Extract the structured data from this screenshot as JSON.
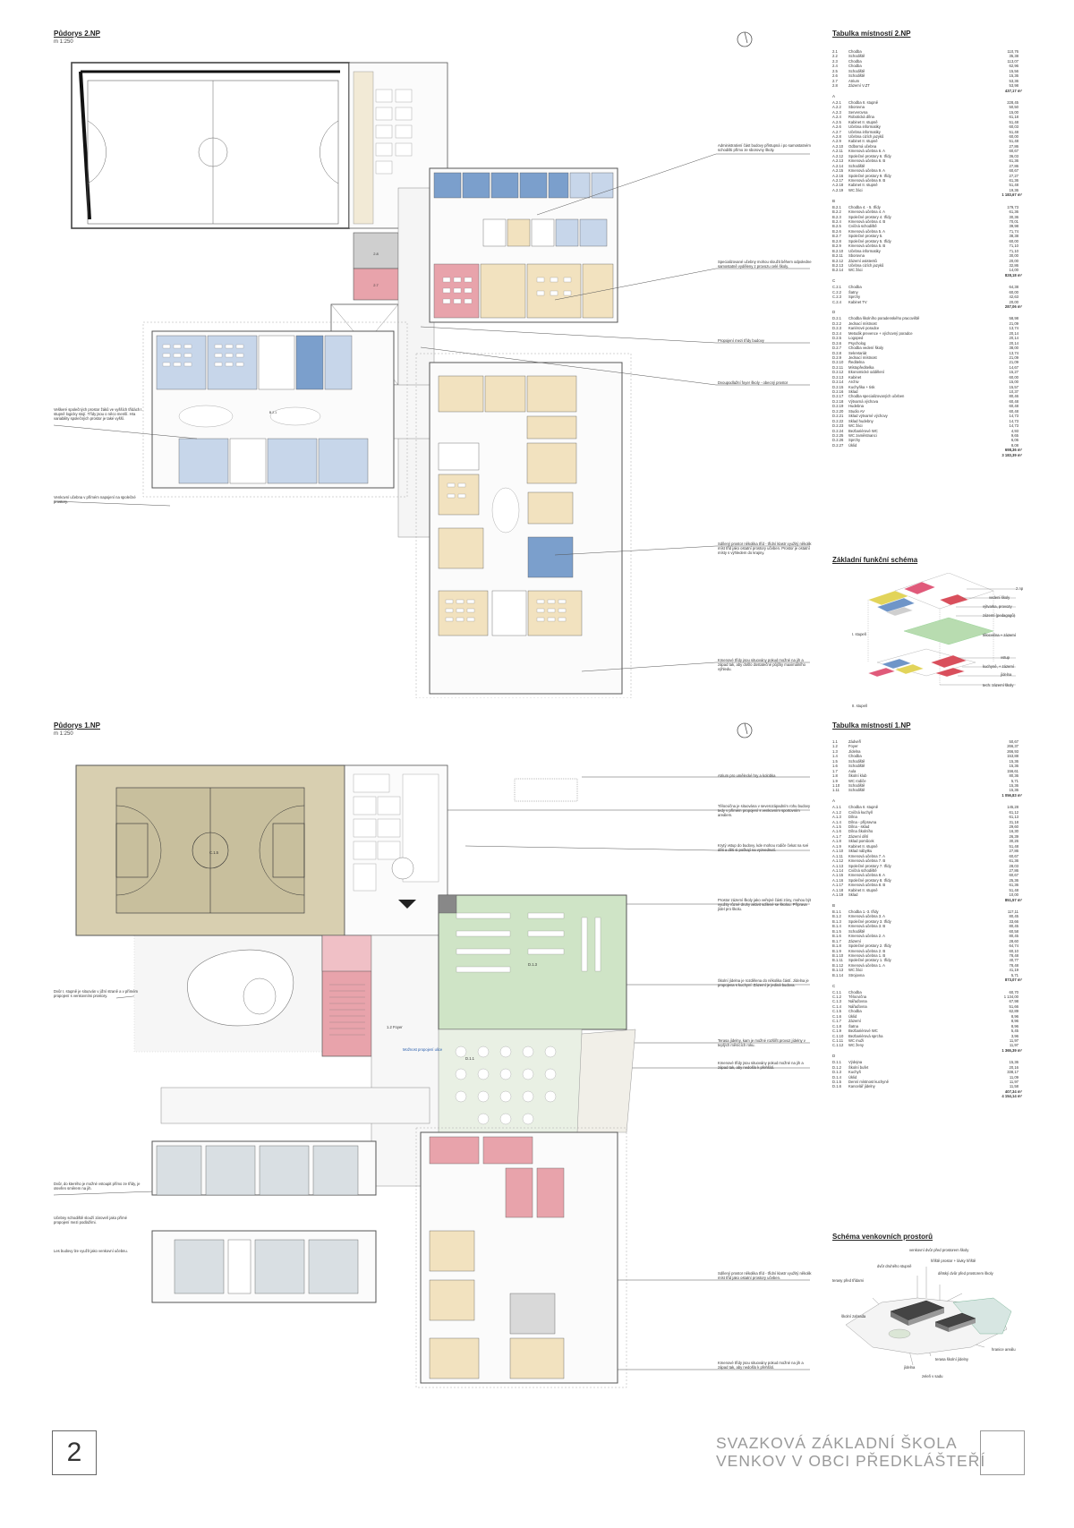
{
  "sheet_number": "2",
  "project_title": [
    "SVAZKOVÁ ZÁKLADNÍ ŠKOLA",
    "VENKOV V OBCI PŘEDKLÁŠTEŘÍ"
  ],
  "plan2": {
    "title": "Půdorys 2.NP",
    "scale": "m 1:250",
    "notes": [
      "Administrativní část budovy přístupná i po samostatném schodišti přímo ze sborovny školy.",
      "Specializované učebny mohou sloužit během odpoledne samostatně vyděleny z provozu celé školy.",
      "Propojení mezi třídy budovy",
      "Dvoupodlažní foyer školy - obecný prostor",
      "Veškeré společných prostor žáků ve vyšších třídách I. stupně logicky stojí. Třídy jsou o něco menší. Hra variability společných prostor je také vyšší.",
      "Venkovní učebna v přímém napojení na společné prostory.",
      "Sdílený prostor několika tříd - třídní klastr využitý několik míst tříd jako ostatní prostory učeben. Prostor je ostatní místy s výhledem do krajiny.",
      "Kmenové třídy jsou situovány pokud možné na jih a západ tak, aby došlo dostatečné půjčky maximálního výhledu."
    ]
  },
  "plan1": {
    "title": "Půdorys 1.NP",
    "scale": "m 1:250",
    "notes": [
      "Atrium pro umělecké hry a kolobka",
      "Tělocvična je situována v severozápadním rohu budovy tedy v přímém propojení s venkovním sportovním areálem.",
      "Krytý vstup do budovy, kde mohou rodiče čekat na své děti a děti si počkají na vyzvednutí.",
      "Prostor zázemí školy jako veřejné části zóny, mohou být využity různé druhy aktivit sdílené se školou. Příprava jídel pro školu.",
      "Školní jídelna je rozdělena do několika částí. Jídelna je propojena s kuchyní. Zázemí je jediná budova.",
      "Dvůr I. stupně je situován v jižní straně a v přímém propojení s venkovními prostory.",
      "Terasa jídelny, kam je možné rozšířit provoz jídelny v teplých měsících roku.",
      "Kmenové třídy jsou situovány pokud možné na jih a západ tak, aby nedošlo k přehřátí.",
      "Sdílený prostor několika tříd - třídní klastr využitý několik míst tříd jako ostatní prostory učeben.",
      "Dvůr, do kterého je možné vstoupit přímo ze třídy, je otevřen směrem na jih.",
      "Učebny schodiště slouží zároveň jako přímé propojení mezi podlažími.",
      "Les budovy lze využít jako venkovní učebnu."
    ],
    "labels": {
      "sport_hall": "C.1.5",
      "dining": "D.1.3",
      "cafeteria": "D.1.1",
      "foyer": "1.2 Foyer",
      "ext_label": "Možnost propojení ulice"
    }
  },
  "table2": {
    "title": "Tabulka místností 2.NP",
    "groups": [
      {
        "letter": "",
        "rows": [
          [
            "2.1",
            "Chodba",
            "110,76"
          ],
          [
            "2.2",
            "Schodiště",
            "35,38"
          ],
          [
            "2.3",
            "Chodba",
            "113,07"
          ],
          [
            "2.4",
            "Chodba",
            "62,96"
          ],
          [
            "2.5",
            "Schodiště",
            "15,56"
          ],
          [
            "2.6",
            "Schodiště",
            "15,36"
          ],
          [
            "2.7",
            "Atrium",
            "53,36"
          ],
          [
            "2.8",
            "Zázemí V.ZT",
            "53,98"
          ]
        ],
        "total": "437,17 m²"
      },
      {
        "letter": "A",
        "rows": [
          [
            "A.2.1",
            "Chodba II. stupně",
            "228,45"
          ],
          [
            "A.2.2",
            "Sborovna",
            "50,50"
          ],
          [
            "A.2.3",
            "Serverovna",
            "15,00"
          ],
          [
            "A.2.4",
            "Robotická dílna",
            "61,18"
          ],
          [
            "A.2.5",
            "Kabinet II. stupně",
            "51,48"
          ],
          [
            "A.2.6",
            "Učebna informatiky",
            "60,03"
          ],
          [
            "A.2.7",
            "Učebna informatiky",
            "51,48"
          ],
          [
            "A.2.8",
            "Učebna cizích jazyků",
            "60,00"
          ],
          [
            "A.2.9",
            "Kabinet II. stupně",
            "51,48"
          ],
          [
            "A.2.10",
            "Odborná učebna",
            "27,86"
          ],
          [
            "A.2.11",
            "Kmenová učebna 6. A",
            "60,67"
          ],
          [
            "A.2.12",
            "Společné prostory 6. třídy",
            "36,03"
          ],
          [
            "A.2.13",
            "Kmenová učebna 6. B",
            "61,36"
          ],
          [
            "A.2.14",
            "Schodiště",
            "27,86"
          ],
          [
            "A.2.15",
            "Kmenová učebna 9. A",
            "60,67"
          ],
          [
            "A.2.16",
            "Společné prostory 9. třídy",
            "27,27"
          ],
          [
            "A.2.17",
            "Kmenová učebna 9. B",
            "61,36"
          ],
          [
            "A.2.18",
            "Kabinet II. stupně",
            "51,48"
          ],
          [
            "A.2.19",
            "WC žáci",
            "19,36"
          ]
        ],
        "total": "1 183,67 m²"
      },
      {
        "letter": "B",
        "rows": [
          [
            "B.2.1",
            "Chodba 4. - 5. třídy",
            "179,73"
          ],
          [
            "B.2.2",
            "Kmenová učebna 4. A",
            "61,36"
          ],
          [
            "B.2.3",
            "Společné prostory 4. třídy",
            "30,36"
          ],
          [
            "B.2.4",
            "Kmenová učebna 4. B",
            "70,01"
          ],
          [
            "B.2.5",
            "Cvičná schodiště",
            "39,98"
          ],
          [
            "B.2.6",
            "Kmenová učebna 5. A",
            "71,74"
          ],
          [
            "B.2.7",
            "Společné prostory 5.",
            "38,38"
          ],
          [
            "B.2.8",
            "Společné prostory 5. třídy",
            "60,00"
          ],
          [
            "B.2.9",
            "Kmenová učebna 5. B",
            "71,10"
          ],
          [
            "B.2.10",
            "Učebna informatiky",
            "71,10"
          ],
          [
            "B.2.11",
            "Sborovna",
            "30,00"
          ],
          [
            "B.2.12",
            "Zázemí asistentů",
            "20,00"
          ],
          [
            "B.2.13",
            "Učebna cizích jazyků",
            "32,86"
          ],
          [
            "B.2.14",
            "WC žáci",
            "14,00"
          ]
        ],
        "total": "828,18 m²"
      },
      {
        "letter": "C",
        "rows": [
          [
            "C.2.1",
            "Chodba",
            "64,38"
          ],
          [
            "C.2.2",
            "Šatny",
            "60,00"
          ],
          [
            "C.2.3",
            "Sprchy",
            "42,63"
          ],
          [
            "C.2.4",
            "Kabinet TV",
            "20,00"
          ]
        ],
        "total": "287,06 m²"
      },
      {
        "letter": "D",
        "rows": [
          [
            "D.2.1",
            "Chodba školního poradenského pracoviště",
            "58,98"
          ],
          [
            "D.2.2",
            "Jednací místnost",
            "21,09"
          ],
          [
            "D.2.3",
            "Kariérové poradce",
            "13,74"
          ],
          [
            "D.2.4",
            "Metodik prevence + výchovný poradce",
            "20,14"
          ],
          [
            "D.2.5",
            "Logoped",
            "20,14"
          ],
          [
            "D.2.6",
            "Psycholog",
            "20,14"
          ],
          [
            "D.2.7",
            "Chodba vedení školy",
            "38,00"
          ],
          [
            "D.2.8",
            "Sekretariát",
            "13,74"
          ],
          [
            "D.2.9",
            "Jednací místnost",
            "21,09"
          ],
          [
            "D.2.10",
            "Ředitelna",
            "21,09"
          ],
          [
            "D.2.11",
            "Místopředitelka",
            "14,67"
          ],
          [
            "D.2.12",
            "Ekonomické oddělení",
            "15,27"
          ],
          [
            "D.2.13",
            "Kabinet",
            "60,00"
          ],
          [
            "D.2.14",
            "Archiv",
            "15,00"
          ],
          [
            "D.2.15",
            "Kuchyňka + tisk",
            "15,57"
          ],
          [
            "D.2.16",
            "Sklad",
            "10,37"
          ],
          [
            "D.2.17",
            "Chodba specializovaných učeben",
            "80,46"
          ],
          [
            "D.2.18",
            "Výtvarná výchova",
            "60,48"
          ],
          [
            "D.2.19",
            "Hudebna",
            "60,48"
          ],
          [
            "D.2.20",
            "Studio AV",
            "60,48"
          ],
          [
            "D.2.21",
            "Sklad výtvarné výchovy",
            "14,73"
          ],
          [
            "D.2.22",
            "Sklad hudebny",
            "14,73"
          ],
          [
            "D.2.23",
            "WC žáci",
            "14,73"
          ],
          [
            "D.2.24",
            "Bezbariérové WC",
            "4,93"
          ],
          [
            "D.2.25",
            "WC zaměstnanci",
            "9,65"
          ],
          [
            "D.2.26",
            "Sprchy",
            "6,06"
          ],
          [
            "D.2.27",
            "Úklid",
            "8,08"
          ]
        ],
        "total": "698,36 m²"
      }
    ],
    "grand_total": "3 183,39 m²"
  },
  "table1": {
    "title": "Tabulka místností 1.NP",
    "groups": [
      {
        "letter": "",
        "rows": [
          [
            "1.1",
            "Zádveří",
            "50,67"
          ],
          [
            "1.2",
            "Foyer",
            "266,37"
          ],
          [
            "1.3",
            "Jídelna",
            "266,93"
          ],
          [
            "1.4",
            "Chodba",
            "153,88"
          ],
          [
            "1.5",
            "Schodiště",
            "15,36"
          ],
          [
            "1.6",
            "Schodiště",
            "15,36"
          ],
          [
            "1.7",
            "Aula",
            "156,61"
          ],
          [
            "1.8",
            "Školní klub",
            "80,36"
          ],
          [
            "1.9",
            "WC rodiče",
            "5,71"
          ],
          [
            "1.10",
            "Schodiště",
            "15,36"
          ],
          [
            "1.11",
            "Schodiště",
            "15,36"
          ]
        ],
        "total": "1 056,83 m²"
      },
      {
        "letter": "A",
        "rows": [
          [
            "A.1.1",
            "Chodba II. stupně",
            "145,28"
          ],
          [
            "A.1.2",
            "Cvičná kuchyň",
            "61,12"
          ],
          [
            "A.1.3",
            "Dílna",
            "61,13"
          ],
          [
            "A.1.4",
            "Dílna - přípravna",
            "31,18"
          ],
          [
            "A.1.5",
            "Dílna - sklad",
            "29,60"
          ],
          [
            "A.1.6",
            "Dílna Školního",
            "16,30"
          ],
          [
            "A.1.7",
            "Zázemí dětí",
            "26,39"
          ],
          [
            "A.1.8",
            "Sklad pomůcek",
            "30,26"
          ],
          [
            "A.1.9",
            "Kabinet II. stupně",
            "51,48"
          ],
          [
            "A.1.10",
            "Sklad nábytku",
            "27,86"
          ],
          [
            "A.1.11",
            "Kmenová učebna 7. A",
            "60,67"
          ],
          [
            "A.1.12",
            "Kmenová učebna 7. B",
            "61,36"
          ],
          [
            "A.1.13",
            "Společné prostory 7. třídy",
            "28,03"
          ],
          [
            "A.1.14",
            "Cvičná schodiště",
            "27,86"
          ],
          [
            "A.1.15",
            "Kmenová učebna 8. A",
            "60,67"
          ],
          [
            "A.1.16",
            "Společné prostory 8. třídy",
            "25,36"
          ],
          [
            "A.1.17",
            "Kmenová učebna 8. B",
            "61,36"
          ],
          [
            "A.1.18",
            "Kabinet II. stupně",
            "51,48"
          ],
          [
            "A.1.19",
            "Sklad",
            "10,00"
          ]
        ],
        "total": "851,57 m²"
      },
      {
        "letter": "B",
        "rows": [
          [
            "B.1.1",
            "Chodba 1.-3. třídy",
            "117,11"
          ],
          [
            "B.1.2",
            "Kmenová učebna 3. A",
            "80,45"
          ],
          [
            "B.1.3",
            "Společné prostory 3. třídy",
            "33,66"
          ],
          [
            "B.1.4",
            "Kmenová učebna 3. B",
            "80,45"
          ],
          [
            "B.1.5",
            "Schodiště",
            "60,58"
          ],
          [
            "B.1.6",
            "Kmenová učebna 2. A",
            "80,45"
          ],
          [
            "B.1.7",
            "Zázemí",
            "28,60"
          ],
          [
            "B.1.8",
            "Společné prostory 2. třídy",
            "64,74"
          ],
          [
            "B.1.9",
            "Kmenová učebna 2. B",
            "60,10"
          ],
          [
            "B.1.10",
            "Kmenová učebna 1. B",
            "78,48"
          ],
          [
            "B.1.11",
            "Společné prostory 1. třídy",
            "40,77"
          ],
          [
            "B.1.12",
            "Kmenová učebna 1. A",
            "78,48"
          ],
          [
            "B.1.13",
            "WC žáci",
            "41,19"
          ],
          [
            "B.1.14",
            "Strojovna",
            "5,71"
          ]
        ],
        "total": "873,07 m²"
      },
      {
        "letter": "C",
        "rows": [
          [
            "C.1.1",
            "Chodba",
            "60,70"
          ],
          [
            "C.1.2",
            "Tělocvična",
            "1 134,00"
          ],
          [
            "C.1.3",
            "Nářaďovna",
            "67,98"
          ],
          [
            "C.1.4",
            "Nářaďovna",
            "51,66"
          ],
          [
            "C.1.5",
            "Chodba",
            "62,89"
          ],
          [
            "C.1.6",
            "Úklid",
            "8,96"
          ],
          [
            "C.1.7",
            "Zázemí",
            "8,96"
          ],
          [
            "C.1.8",
            "Šatna",
            "8,96"
          ],
          [
            "C.1.9",
            "Bezbariérové WC",
            "5,45"
          ],
          [
            "C.1.10",
            "Bezbariérová sprcha",
            "3,96"
          ],
          [
            "C.1.11",
            "WC muži",
            "11,97"
          ],
          [
            "C.1.12",
            "WC ženy",
            "11,97"
          ]
        ],
        "total": "1 365,39 m²"
      },
      {
        "letter": "D",
        "rows": [
          [
            "D.1.1",
            "Výdejna",
            "15,36"
          ],
          [
            "D.1.2",
            "Školní bufet",
            "20,16"
          ],
          [
            "D.1.3",
            "Kuchyň",
            "338,17"
          ],
          [
            "D.1.4",
            "Úklid",
            "11,09"
          ],
          [
            "D.1.5",
            "Denní místnost kuchyně",
            "11,97"
          ],
          [
            "D.1.6",
            "Kancelář jídelny",
            "11,58"
          ]
        ],
        "total": "407,34 m²"
      }
    ],
    "grand_total": "4 154,14 m²"
  },
  "schema_functional": {
    "title": "Základní funkční schéma",
    "labels": [
      "2.np",
      "vedení školy",
      "výtvarka, provozy",
      "zázemí (pedagogů)",
      "tělocvična + zázemí",
      "vstup",
      "kuchyně, + zázemí",
      "jídelna",
      "tech. zázemí školy",
      "I. stupeň",
      "II. stupeň"
    ],
    "colors": {
      "admin": "#e05a7a",
      "yellow": "#e2d45a",
      "green": "#b8dcb0",
      "blue": "#6f95c8",
      "red": "#d94f5c",
      "gray": "#cfcfcf"
    }
  },
  "schema_outdoor": {
    "title": "Schéma venkovních prostorů",
    "labels": [
      "venkovní dvůr před prostorem školy",
      "dvůr druhého stupně",
      "hřiště prostor + lávky hřiště",
      "dětský dvůr před prostorem školy",
      "terasy před třídami",
      "školní zahrada",
      "hranice areálu",
      "terasa školní jídelny",
      "jídelna",
      "zeleň v sadu"
    ]
  },
  "colors": {
    "blue_room": "#7b9fcc",
    "light_blue_room": "#c7d6ea",
    "yellow_room": "#f2e2bf",
    "green_room": "#cfe4c6",
    "red_room": "#e8a3ab",
    "gray_room": "#d9d9d9",
    "sport_floor": "#d8cfb0"
  }
}
